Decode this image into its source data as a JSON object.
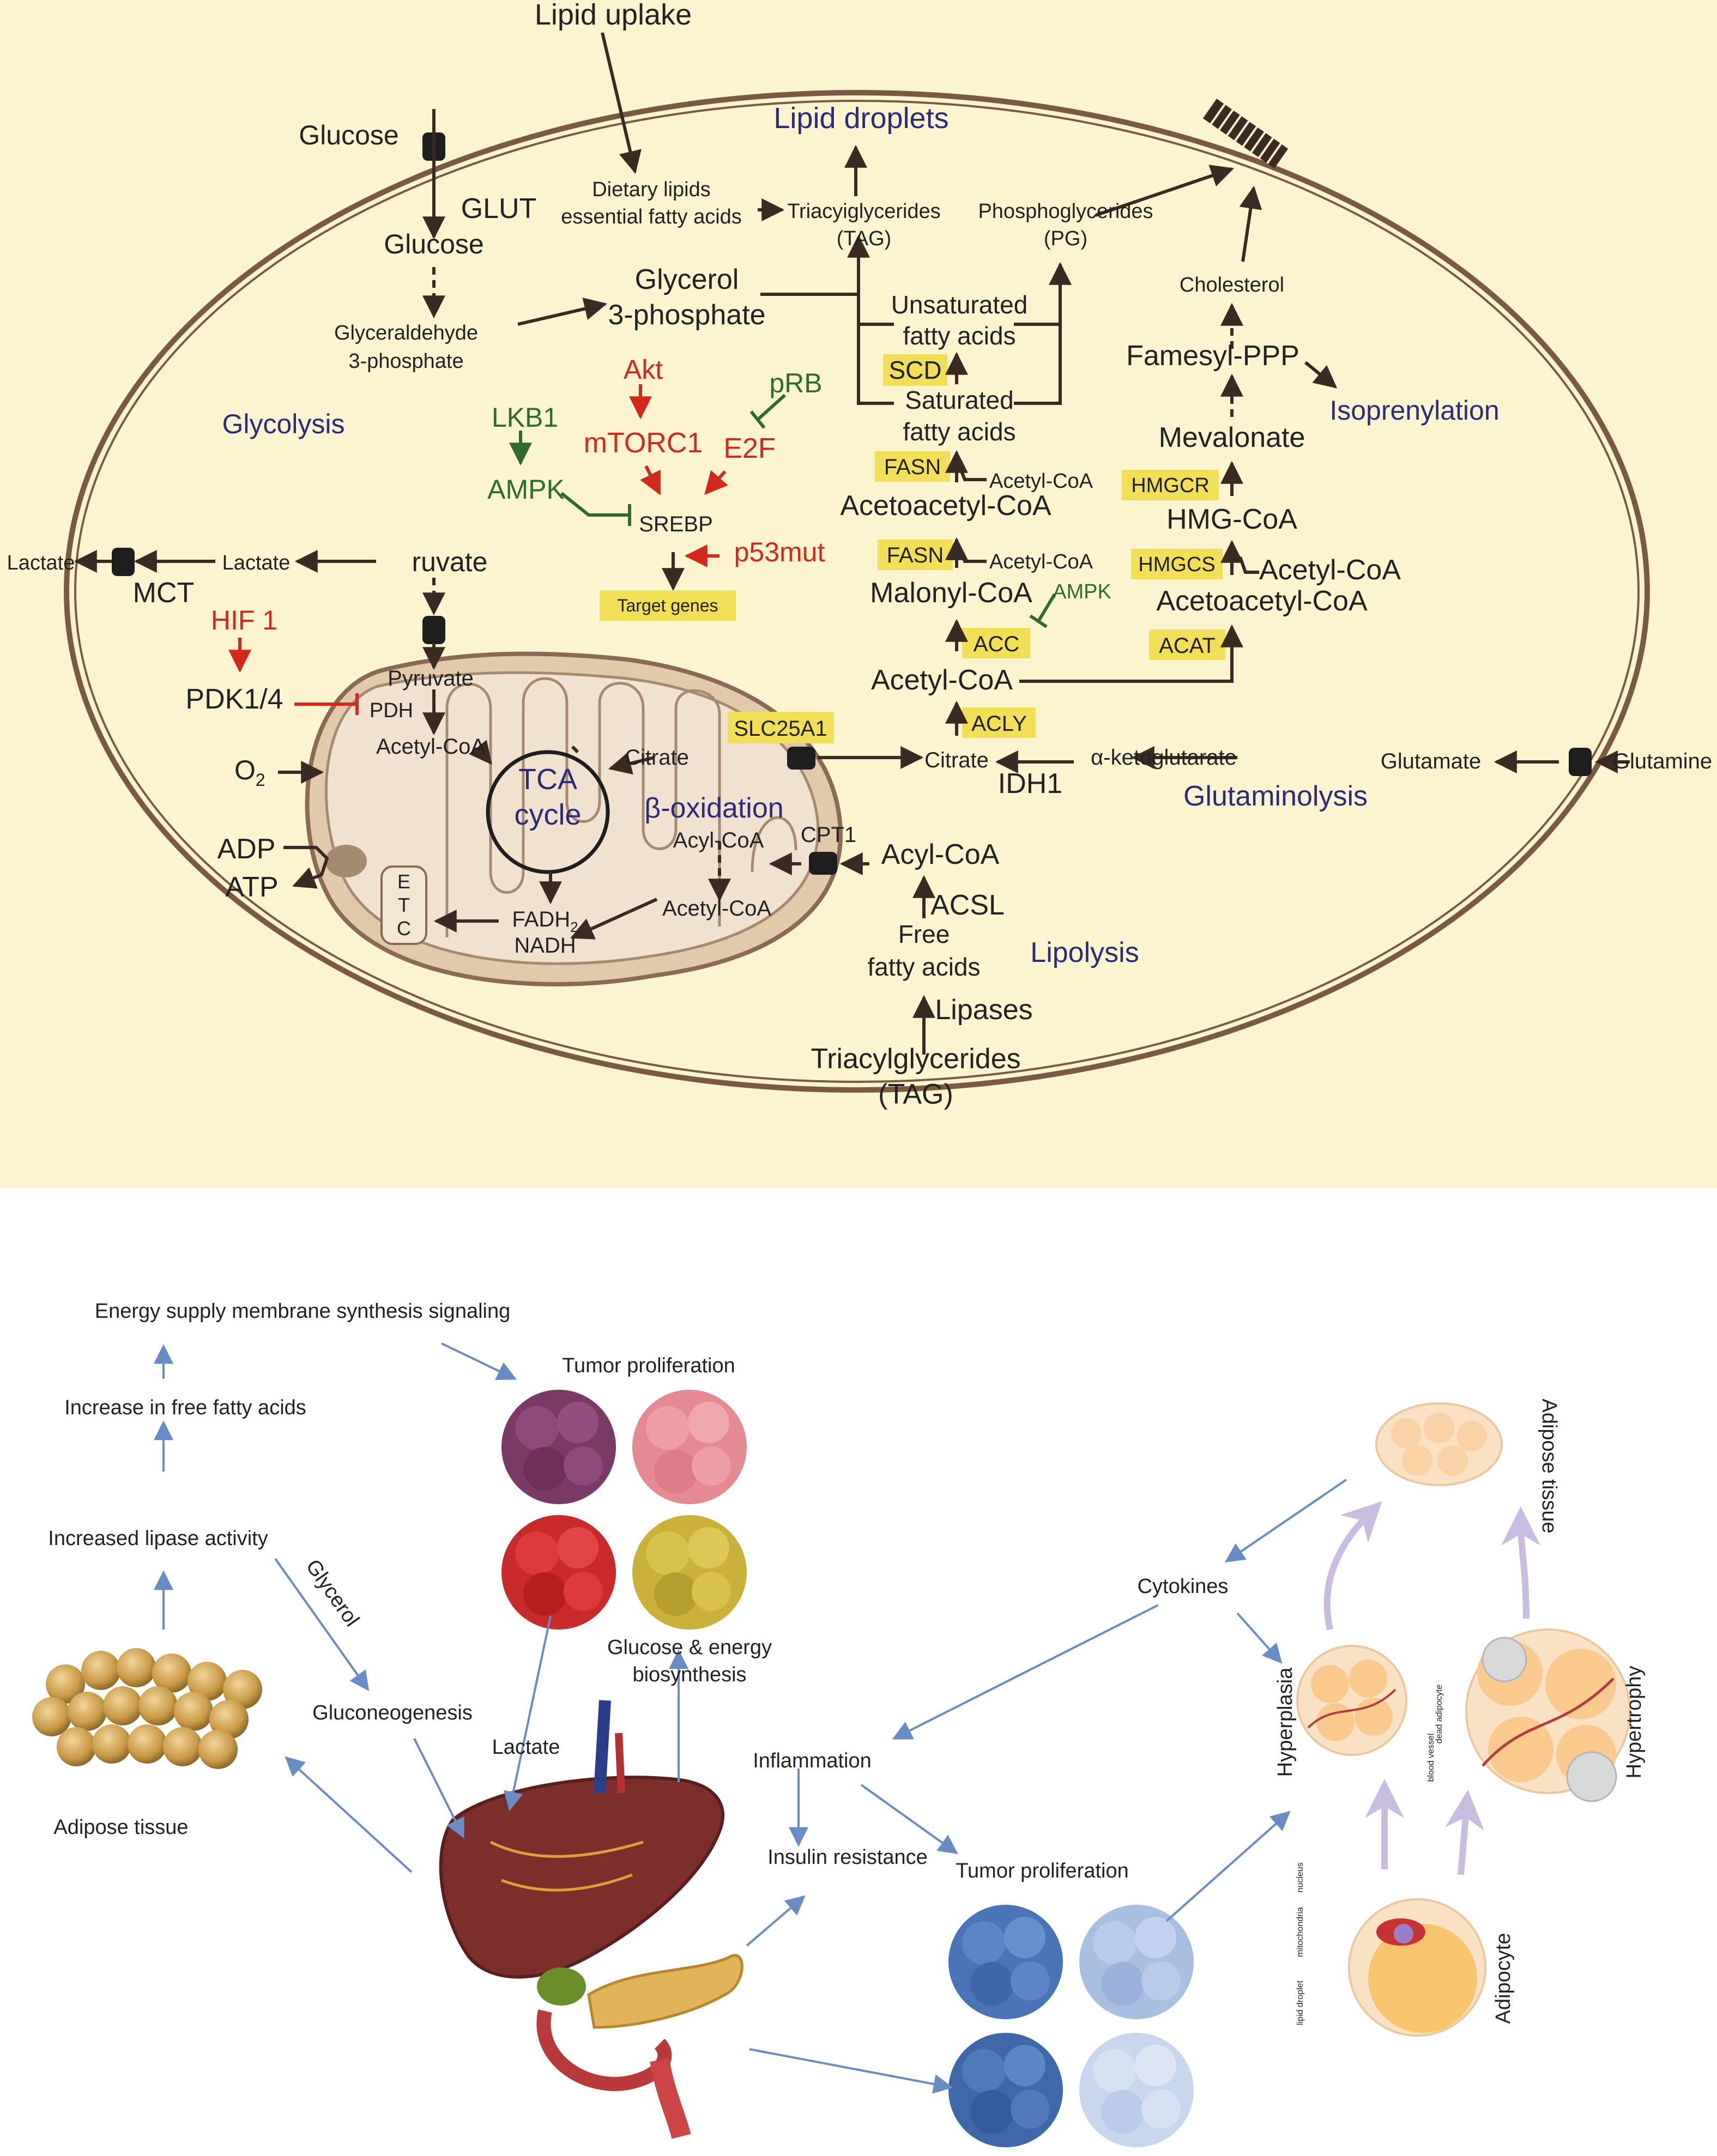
{
  "cell": {
    "lipid_uptake": "Lipid uplake",
    "lipid_droplets": "Lipid droplets",
    "glucose_out": "Glucose",
    "glut": "GLUT",
    "glucose_in": "Glucose",
    "dietary_lipids_1": "Dietary lipids",
    "dietary_lipids_2": "essential fatty acids",
    "tag_top_1": "Triacyiglycerides",
    "tag_top_2": "(TAG)",
    "pg_1": "Phosphoglycerides",
    "pg_2": "(PG)",
    "cholesterol": "Cholesterol",
    "glycerol_1": "Glycerol",
    "glycerol_2": "3-phosphate",
    "unsat_1": "Unsaturated",
    "unsat_2": "fatty acids",
    "g3p_1": "Glyceraldehyde",
    "g3p_2": "3-phosphate",
    "akt": "Akt",
    "prb": "pRB",
    "scd": "SCD",
    "famesyl": "Famesyl-PPP",
    "sat_1": "Saturated",
    "sat_2": "fatty acids",
    "isoprenylation": "Isoprenylation",
    "glycolysis": "Glycolysis",
    "lkb1": "LKB1",
    "mtorc1": "mTORC1",
    "e2f": "E2F",
    "mevalonate": "Mevalonate",
    "fasn1": "FASN",
    "acetyl_coa_small1": "Acetyl-CoA",
    "ampk1": "AMPK",
    "hmgcr": "HMGCR",
    "acetoacetyl_1": "Acetoacetyl-CoA",
    "hmg_coa": "HMG-CoA",
    "srebp": "SREBP",
    "p53mut": "p53mut",
    "lactate_out": "Lactate",
    "lactate_in": "Lactate",
    "pyruvate_cyto": "ruvate",
    "fasn2": "FASN",
    "acetyl_coa_small2": "Acetyl-CoA",
    "hmgcs": "HMGCS",
    "acetyl_coa_right": "Acetyl-CoA",
    "mct": "MCT",
    "target_genes": "Target genes",
    "malonyl": "Malonyl-CoA",
    "ampk2": "AMPK",
    "acetoacetyl_2": "Acetoacetyl-CoA",
    "hif1": "HIF 1",
    "acc": "ACC",
    "acat": "ACAT",
    "pyruvate_mito": "Pyruvate",
    "acetyl_coa_main": "Acetyl-CoA",
    "pdk": "PDK1/4",
    "pdh": "PDH",
    "acly": "ACLY",
    "slc25a1": "SLC25A1",
    "acetyl_coa_mito": "Acetyl-CoA",
    "citrate_mito": "Citrate",
    "citrate_cyto": "Citrate",
    "aketo": "α-ketoglutarate",
    "glutamate": "Glutamate",
    "glutamine": "Glutamine",
    "o2": "O",
    "o2_sub": "2",
    "tca_1": "TCA",
    "tca_2": "cycle",
    "idh1": "IDH1",
    "glutaminolysis": "Glutaminolysis",
    "beta_ox": "β-oxidation",
    "acyl_coa_mito": "Acyl-CoA",
    "cpt1": "CPT1",
    "acyl_coa_cyto": "Acyl-CoA",
    "adp": "ADP",
    "atp": "ATP",
    "etc": [
      "E",
      "T",
      "C"
    ],
    "acetyl_coa_mito2": "Acetyl-CoA",
    "acsl": "ACSL",
    "fadh2": "FADH",
    "fadh2_sub": "2",
    "nadh": "NADH",
    "free_fa_1": "Free",
    "free_fa_2": "fatty acids",
    "lipolysis": "Lipolysis",
    "lipases": "Lipases",
    "tag_bottom_1": "Triacylglycerides",
    "tag_bottom_2": "(TAG)"
  },
  "lower": {
    "energy_supply": "Energy supply membrane synthesis signaling",
    "tumor_prolif_top": "Tumor proliferation",
    "increase_ffa": "Increase in free fatty acids",
    "increased_lipase": "Increased lipase activity",
    "glycerol": "Glycerol",
    "glucose_energy_1": "Glucose & energy",
    "glucose_energy_2": "biosynthesis",
    "gluconeogenesis": "Gluconeogenesis",
    "lactate": "Lactate",
    "adipose_left": "Adipose tissue",
    "inflammation": "Inflammation",
    "insulin_resistance": "Insulin resistance",
    "tumor_prolif_mid": "Tumor proliferation",
    "cytokines": "Cytokines",
    "adipose_right": "Adipose tissue",
    "hyperplasia": "Hyperplasia",
    "hypertrophy": "Hypertrophy",
    "adipocyte": "Adipocyte",
    "dead_adipocyte": "dead adipocyte",
    "blood_vessel": "blood vessel",
    "nucleus": "nucleus",
    "mitochondria": "mitochondria",
    "lipid_droplet": "lipid droplet"
  },
  "colors": {
    "cell_fill": "#fbf4cf",
    "membrane": "#7a5a43",
    "mito_fill": "#e2c9a9",
    "enzyme_box": "#f2de57",
    "red": "#d4281c",
    "green": "#2f6b2f",
    "blue_label": "#2b2b7a",
    "lower_arrow": "#6a8cc4"
  }
}
